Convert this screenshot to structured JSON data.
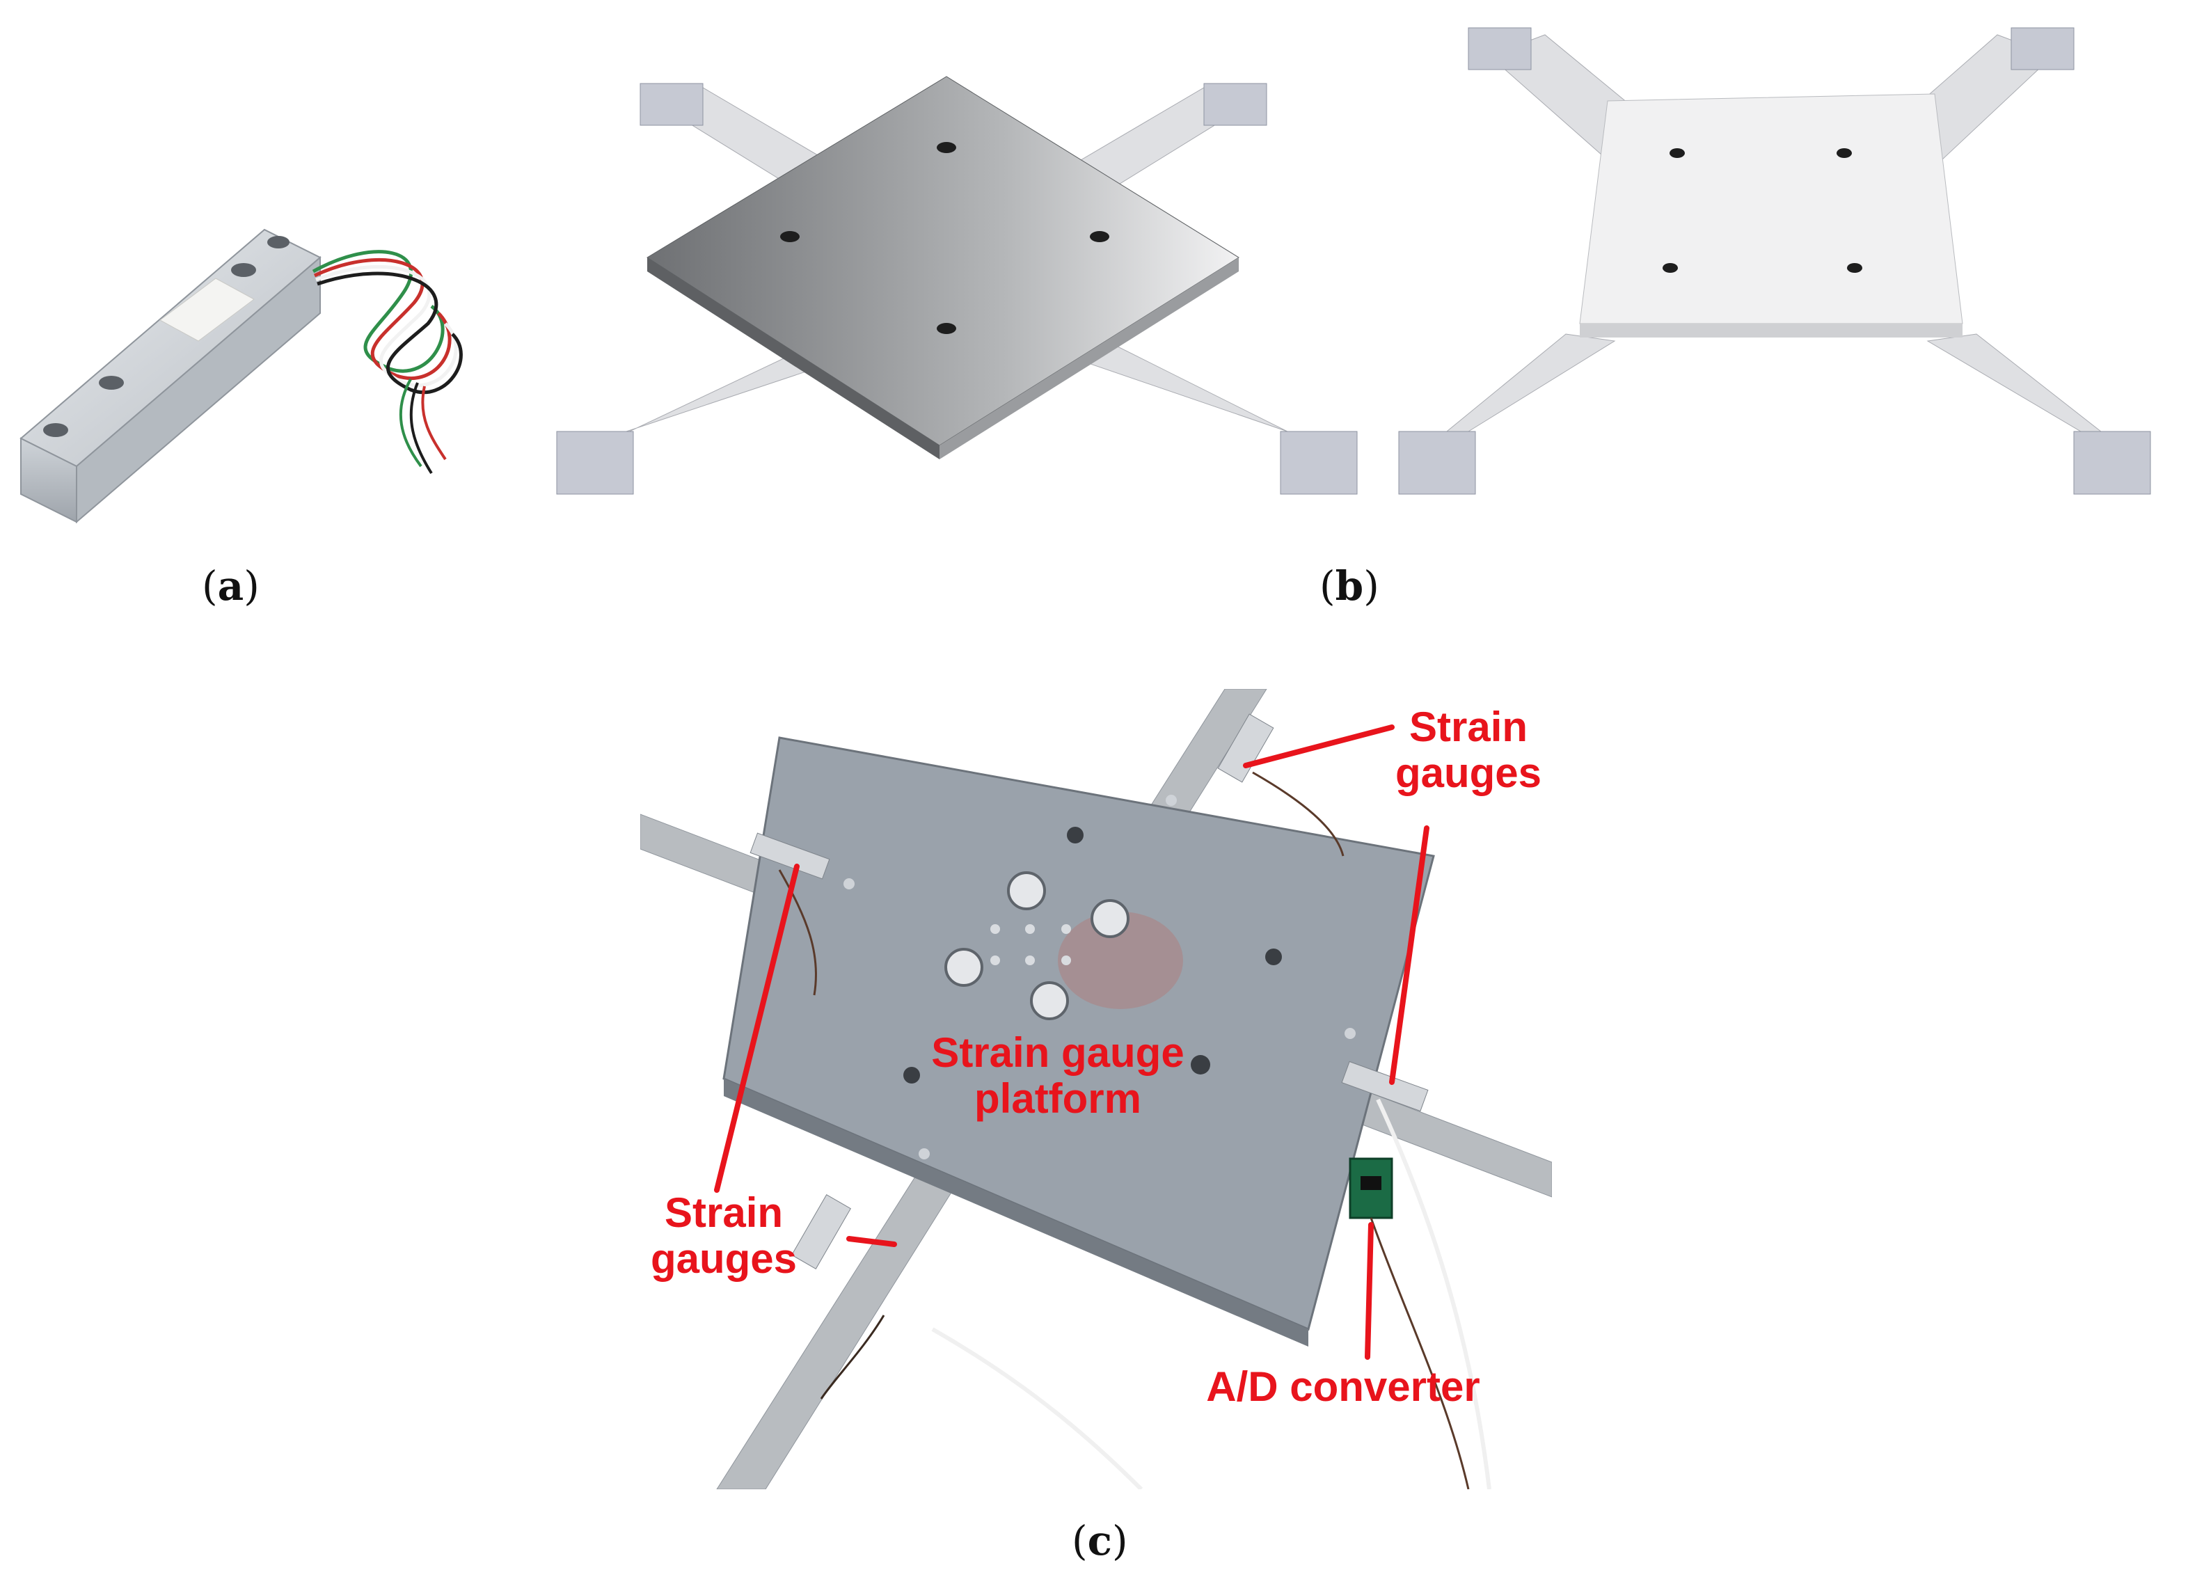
{
  "figure": {
    "captions": {
      "a": "a",
      "b": "b",
      "c": "c"
    },
    "annotations": {
      "strain_gauges_top_line1": "Strain",
      "strain_gauges_top_line2": "gauges",
      "strain_gauges_left_line1": "Strain",
      "strain_gauges_left_line2": "gauges",
      "platform_line1": "Strain gauge",
      "platform_line2": "platform",
      "ad_converter": "A/D converter"
    },
    "colors": {
      "annotation": "#e8141c",
      "aluminum": "#c9ced3",
      "plate_dark": "#7d7f82",
      "plate_light": "#e9eaec",
      "photo_plate": "#9aa2ab"
    }
  }
}
